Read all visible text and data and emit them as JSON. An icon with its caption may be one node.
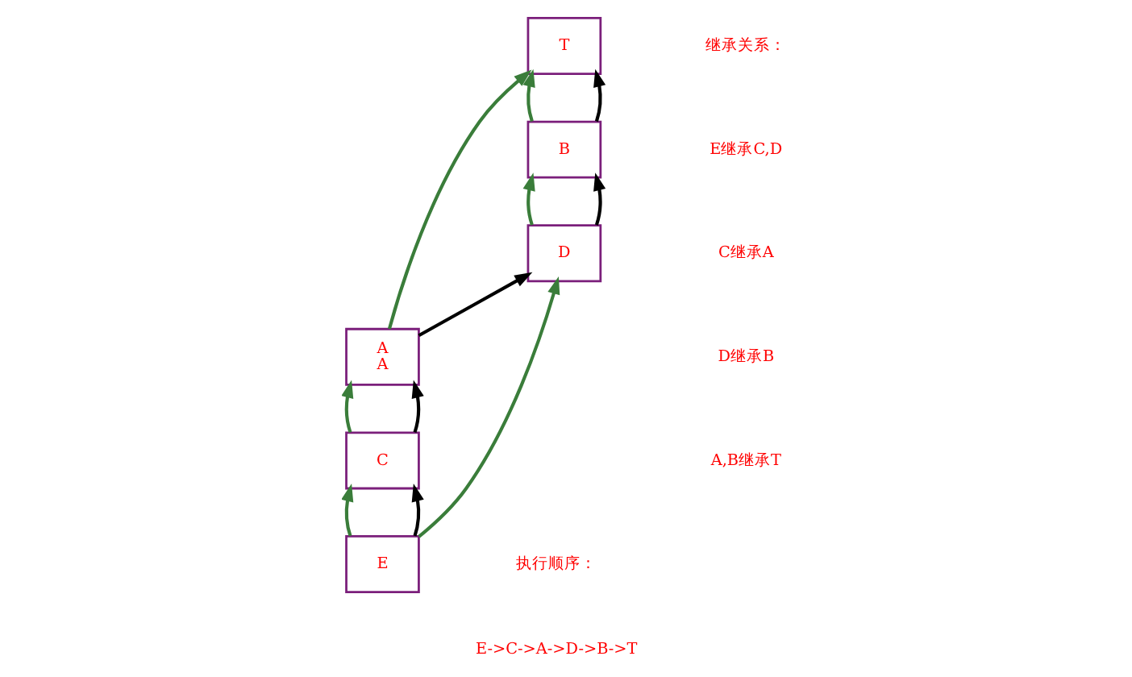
{
  "diagram": {
    "nodes": [
      {
        "text": [
          "T"
        ]
      },
      {
        "text": [
          "A",
          "A"
        ]
      },
      {
        "text": [
          "B"
        ]
      },
      {
        "text": [
          "C"
        ]
      },
      {
        "text": [
          "D"
        ]
      },
      {
        "text": [
          "E"
        ]
      }
    ],
    "edges": [
      {
        "from": 1,
        "to": 0,
        "arrow": "to"
      },
      {
        "from": 2,
        "to": 0,
        "arrow": "to"
      },
      {
        "from": 3,
        "to": 1,
        "arrow": "to"
      },
      {
        "from": 4,
        "to": 2,
        "arrow": "to"
      },
      {
        "from": 5,
        "to": 3,
        "arrow": "to"
      },
      {
        "from": 5,
        "to": 4,
        "arrow": "to"
      },
      {
        "from": 5,
        "to": 3,
        "arrow": "to",
        "color": "#000000"
      },
      {
        "from": 3,
        "to": 1,
        "arrow": "to",
        "color": "#000000"
      },
      {
        "from": 1,
        "to": 4,
        "arrow": "to",
        "color": "#000000"
      },
      {
        "from": 4,
        "to": 2,
        "arrow": "to",
        "color": "#000000"
      },
      {
        "from": 2,
        "to": 0,
        "arrow": "to",
        "color": "#000000"
      }
    ],
    "labels": [
      "继承关系：",
      "E继承C,D",
      "C继承A",
      "D继承B",
      "A,B继承T",
      "执行顺序：",
      "E->C->A->D->B->T"
    ]
  }
}
